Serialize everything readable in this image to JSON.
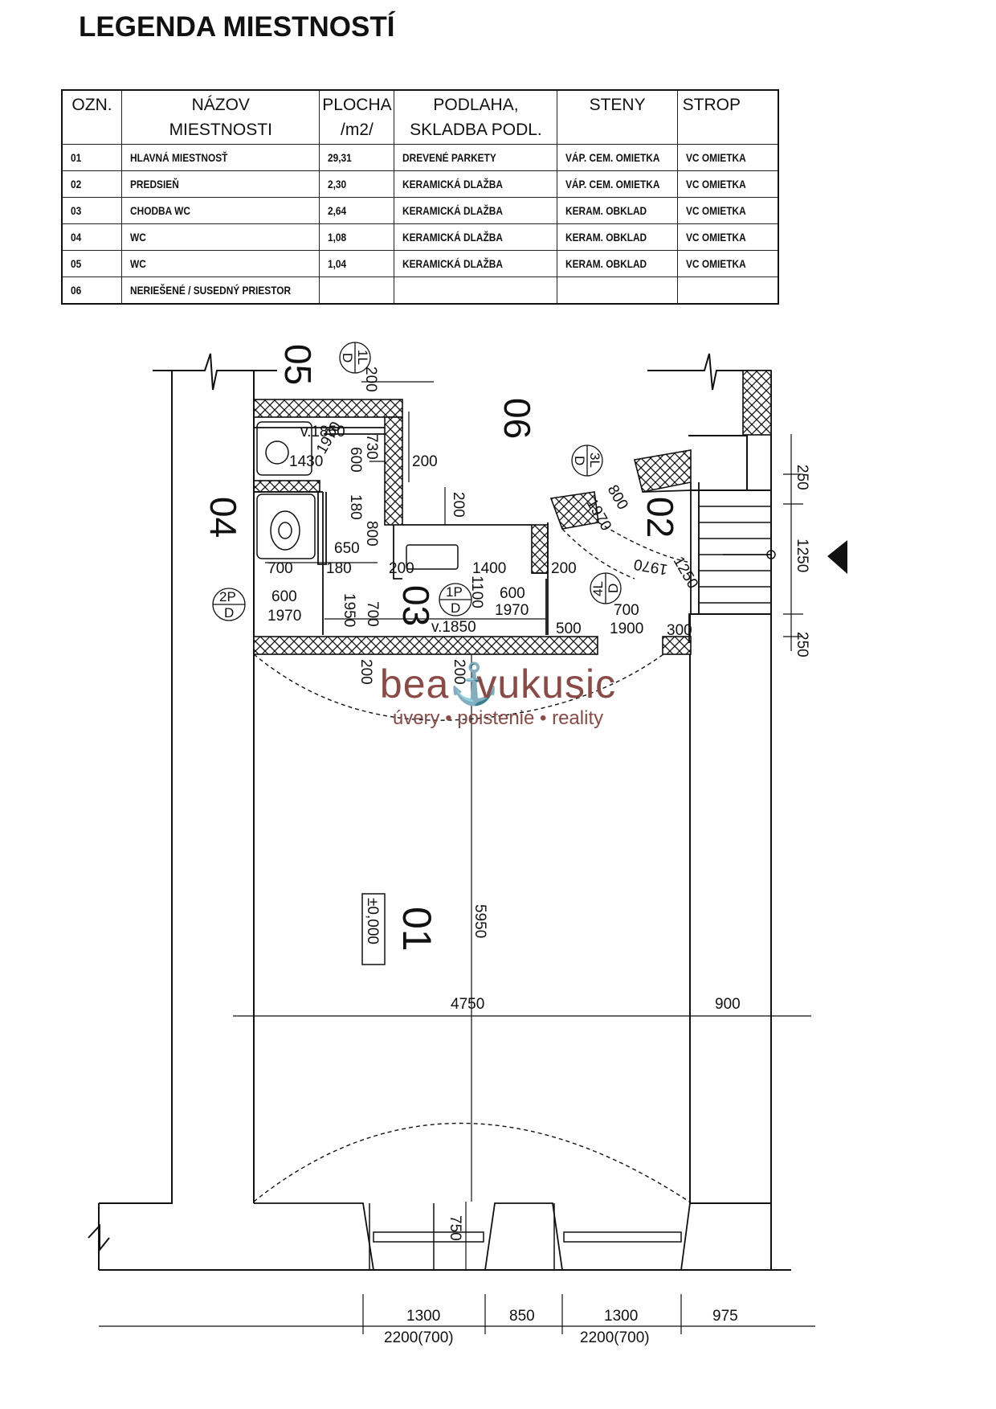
{
  "title": "LEGENDA MIESTNOSTÍ",
  "legend": {
    "headers": {
      "ozn": "OZN.",
      "nazov1": "NÁZOV",
      "nazov2": "MIESTNOSTI",
      "plocha1": "PLOCHA",
      "plocha2": "/m2/",
      "podlaha1": "PODLAHA,",
      "podlaha2": "SKLADBA PODL.",
      "steny": "STENY",
      "strop": "STROP"
    },
    "rows": [
      {
        "ozn": "01",
        "nazov": "HLAVNÁ MIESTNOSŤ",
        "plocha": "29,31",
        "podlaha": "DREVENÉ PARKETY",
        "steny": "VÁP. CEM. OMIETKA",
        "strop": "VC OMIETKA"
      },
      {
        "ozn": "02",
        "nazov": "PREDSIEŇ",
        "plocha": "2,30",
        "podlaha": "KERAMICKÁ DLAŽBA",
        "steny": "VÁP. CEM. OMIETKA",
        "strop": "VC OMIETKA"
      },
      {
        "ozn": "03",
        "nazov": "CHODBA WC",
        "plocha": "2,64",
        "podlaha": "KERAMICKÁ DLAŽBA",
        "steny": "KERAM. OBKLAD",
        "strop": "VC OMIETKA"
      },
      {
        "ozn": "04",
        "nazov": "WC",
        "plocha": "1,08",
        "podlaha": "KERAMICKÁ DLAŽBA",
        "steny": "KERAM. OBKLAD",
        "strop": "VC OMIETKA"
      },
      {
        "ozn": "05",
        "nazov": "WC",
        "plocha": "1,04",
        "podlaha": "KERAMICKÁ DLAŽBA",
        "steny": "KERAM. OBKLAD",
        "strop": "VC OMIETKA"
      },
      {
        "ozn": "06",
        "nazov": "NERIEŠENÉ / SUSEDNÝ PRIESTOR",
        "plocha": "",
        "podlaha": "",
        "steny": "",
        "strop": ""
      }
    ]
  },
  "plan": {
    "rooms": {
      "r01": "01",
      "r02": "02",
      "r03": "03",
      "r04": "04",
      "r05": "05",
      "r06": "06"
    },
    "level": "±0,000",
    "doors": {
      "d1L": [
        "1L",
        "D"
      ],
      "d3L": [
        "3L",
        "D"
      ],
      "d2P": [
        "2P",
        "D"
      ],
      "d1P": [
        "1P",
        "D"
      ],
      "d4L": [
        "4L",
        "D"
      ]
    },
    "dims": {
      "d200a": "200",
      "d200b": "200",
      "d200c": "200",
      "d200d": "200",
      "d200e": "200",
      "d200f": "200",
      "d200g": "200",
      "v1850a": "v.1850",
      "v1850b": "v.1850",
      "d1970a": "1970",
      "d1970b": "1970",
      "d1970c": "1970",
      "d1970d": "1970",
      "d1970e": "1970",
      "d1430": "1430",
      "d730": "730",
      "d600a": "600",
      "d600b": "600",
      "d600c": "600",
      "d180a": "180",
      "d180b": "180",
      "d800a": "800",
      "d800b": "800",
      "d650": "650",
      "d700a": "700",
      "d700b": "700",
      "d700c": "700",
      "d1400": "1400",
      "d1100": "1100",
      "d1950": "1950",
      "d500": "500",
      "d1900": "1900",
      "d300": "300",
      "d1250a": "1250",
      "r250a": "250",
      "r1250": "1250",
      "r250b": "250",
      "d5950": "5950",
      "d4750": "4750",
      "d900": "900",
      "d750": "750",
      "b1300a": "1300",
      "b850": "850",
      "b1300b": "1300",
      "b975": "975",
      "b2200a": "2200(700)",
      "b2200b": "2200(700)"
    }
  },
  "watermark": {
    "brand": "beavukusic",
    "brand_a": "bea",
    "brand_b": "vukusic",
    "tagline": "úvery • poistenie • reality",
    "color": "#8b4a45"
  }
}
